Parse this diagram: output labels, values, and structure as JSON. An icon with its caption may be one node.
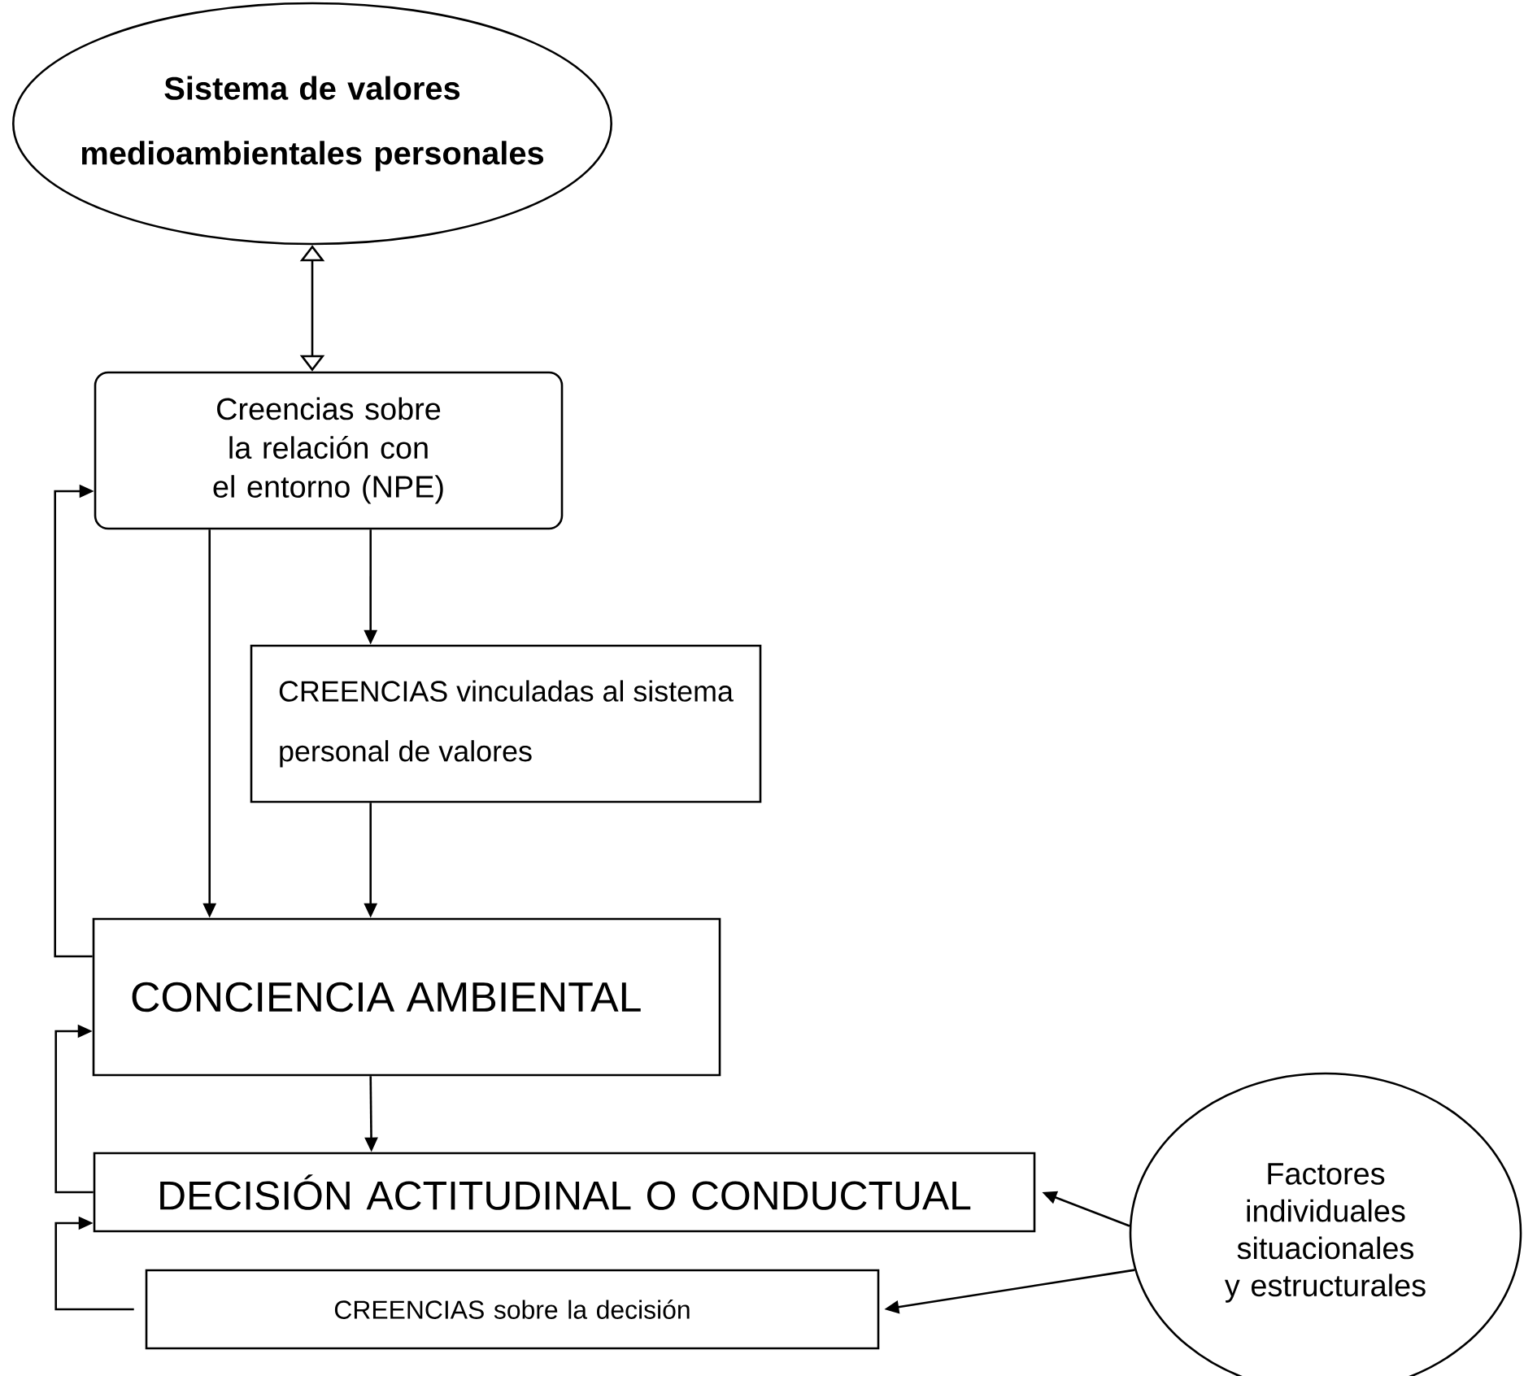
{
  "diagram": {
    "nodes": [
      {
        "text": [
          "Sistema de valores medioambientales personales"
        ]
      },
      {
        "text": [
          "Creencias sobre la relación con el entorno (NPE)"
        ]
      },
      {
        "text": [
          "CREENCIAS vinculadas al sistema personal de valores"
        ]
      },
      {
        "text": [
          "CONCIENCIA AMBIENTAL"
        ]
      },
      {
        "text": [
          "DECISIÓN ACTITUDINAL O CONDUCTUAL"
        ]
      },
      {
        "text": [
          "CREENCIAS sobre la decisión"
        ]
      },
      {
        "text": [
          "Factores individuales situacionales y estructurales"
        ]
      }
    ],
    "edges": [
      {
        "from": 0,
        "to": 1,
        "arrow": "both"
      },
      {
        "from": 1,
        "to": 3,
        "arrow": "to"
      },
      {
        "from": 1,
        "to": 2,
        "arrow": "to"
      },
      {
        "from": 2,
        "to": 3,
        "arrow": "to"
      },
      {
        "from": 3,
        "to": 4,
        "arrow": "to"
      },
      {
        "from": 3,
        "to": 1,
        "arrow": "to"
      },
      {
        "from": 4,
        "to": 3,
        "arrow": "to"
      },
      {
        "from": 5,
        "to": 4,
        "arrow": "to"
      },
      {
        "from": 6,
        "to": 4,
        "arrow": "to"
      },
      {
        "from": 6,
        "to": 5,
        "arrow": "to"
      }
    ]
  }
}
